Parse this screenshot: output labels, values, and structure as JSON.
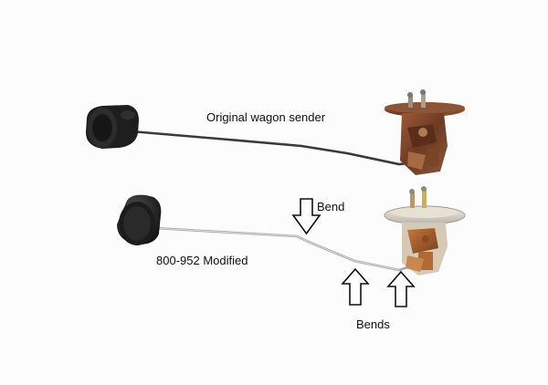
{
  "labels": {
    "top": "Original wagon sender",
    "bottom": "800-952 Modified",
    "bend": "Bend",
    "bends": "Bends"
  },
  "colors": {
    "background": "#fcfcfc",
    "rust": "#8a4a2c",
    "float": "#1b1b1b",
    "steel": "#c9c9c9"
  }
}
